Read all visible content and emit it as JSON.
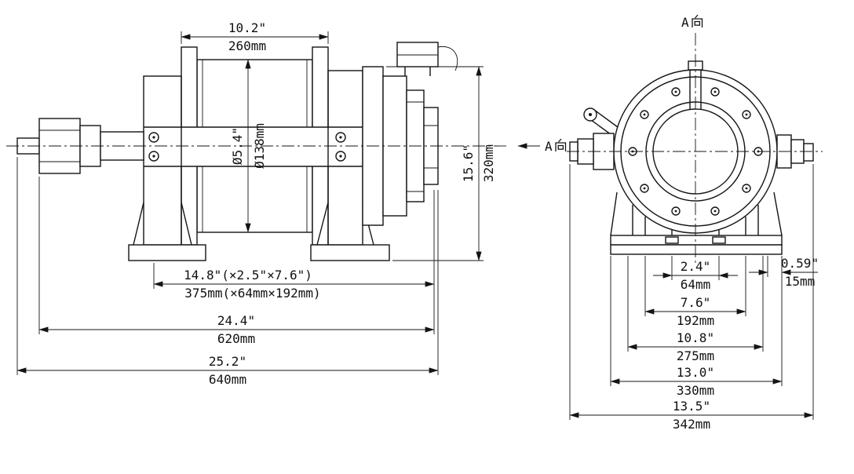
{
  "drawing": {
    "description": "Hydraulic winch dimensional drawing, side view and end view"
  },
  "side_view": {
    "view_label": "A向",
    "view_letter": "A",
    "drum_width_in": "10.2\"",
    "drum_width_mm": "260mm",
    "drum_dia_in": "Ø5.4\"",
    "drum_dia_mm": "Ø138mm",
    "height_in": "15.6\"",
    "height_mm": "320mm",
    "mount_in": "14.8\"(×2.5\"×7.6\")",
    "mount_mm": "375mm(×64mm×192mm)",
    "length1_in": "24.4\"",
    "length1_mm": "620mm",
    "length2_in": "25.2\"",
    "length2_mm": "640mm"
  },
  "front_view": {
    "view_label": "A向",
    "view_letter": "A",
    "slot_pitch_in": "2.4\"",
    "slot_pitch_mm": "64mm",
    "edge_offset_in": "0.59\"",
    "edge_offset_mm": "15mm",
    "span1_in": "7.6\"",
    "span1_mm": "192mm",
    "span2_in": "10.8\"",
    "span2_mm": "275mm",
    "span3_in": "13.0\"",
    "span3_mm": "330mm",
    "span4_in": "13.5\"",
    "span4_mm": "342mm"
  }
}
